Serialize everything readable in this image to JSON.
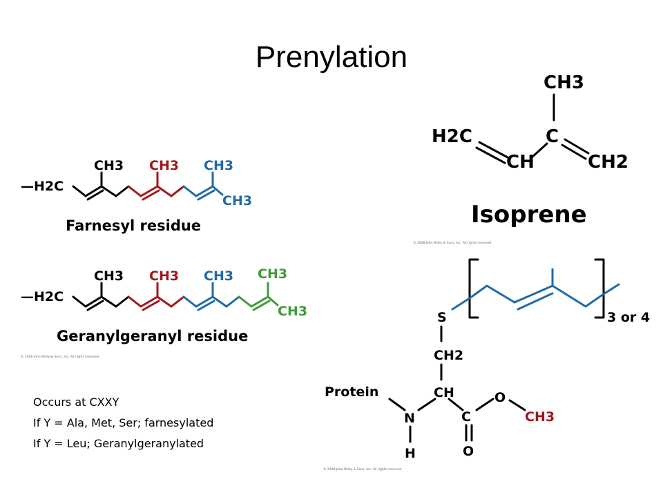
{
  "slide": {
    "title": "Prenylation",
    "notes": [
      "Occurs at CXXY",
      "If Y = Ala, Met, Ser; farnesylated",
      "If Y = Leu; Geranylgeranylated"
    ]
  },
  "isoprene": {
    "name": "Isoprene",
    "atoms": {
      "ch3": "CH3",
      "h2c": "H2C",
      "c": "C",
      "ch": "CH",
      "ch2": "CH2"
    },
    "copyright": "© 2008 John Wiley & Sons, Inc. All rights reserved."
  },
  "farnesyl": {
    "name": "Farnesyl residue",
    "h2c": "—H2C",
    "methyls": [
      "CH3",
      "CH3",
      "CH3",
      "CH3"
    ]
  },
  "geranylgeranyl": {
    "name": "Geranylgeranyl residue",
    "h2c": "—H2C",
    "methyls": [
      "CH3",
      "CH3",
      "CH3",
      "CH3",
      "CH3"
    ],
    "copyright": "© 2008 John Wiley & Sons, Inc. All rights reserved."
  },
  "protein_structure": {
    "repeat_label": "3 or 4",
    "atoms": {
      "s": "S",
      "ch2": "CH2",
      "ch": "CH",
      "protein": "Protein",
      "n": "N",
      "h": "H",
      "c": "C",
      "o_ester": "O",
      "o_carbonyl": "O",
      "ch3": "CH3"
    },
    "copyright": "© 2008 John Wiley & Sons, Inc. All rights reserved."
  },
  "colors": {
    "black": "#000000",
    "blue": "#1f6aa5",
    "red": "#a1161d",
    "green": "#3f9a39"
  }
}
